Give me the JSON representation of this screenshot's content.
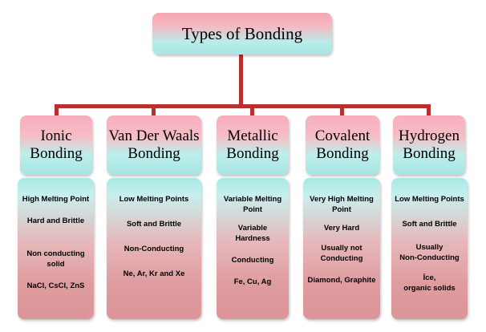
{
  "title": "Types of Bonding",
  "types": [
    {
      "heading": [
        "Ionic",
        "Bonding"
      ],
      "properties": [
        "High Melting Point",
        "Hard and Brittle",
        "Non conducting\nsolid",
        "NaCl, CsCl, ZnS"
      ]
    },
    {
      "heading": [
        "Van Der Waals",
        "Bonding"
      ],
      "properties": [
        "Low Melting Points",
        "Soft and Brittle",
        "Non-Conducting",
        "Ne,  Ar, Kr and Xe"
      ]
    },
    {
      "heading": [
        "Metallic",
        "Bonding"
      ],
      "properties": [
        "Variable Melting\nPoint",
        "Variable\nHardness",
        "Conducting",
        "Fe, Cu, Ag"
      ]
    },
    {
      "heading": [
        "Covalent",
        "Bonding"
      ],
      "properties": [
        "Very High Melting\nPoint",
        "Very Hard",
        "Usually not\nConducting",
        "Diamond, Graphite"
      ]
    },
    {
      "heading": [
        "Hydrogen",
        "Bonding"
      ],
      "properties": [
        "Low Melting Points",
        "Soft and Brittle",
        "Usually\nNon-Conducting",
        "İce,\norganic solids"
      ]
    }
  ],
  "colors": {
    "connector": "#b8312f",
    "pink": "#f6aebb",
    "aqua": "#a6e6e3",
    "rose": "#dc9497"
  }
}
